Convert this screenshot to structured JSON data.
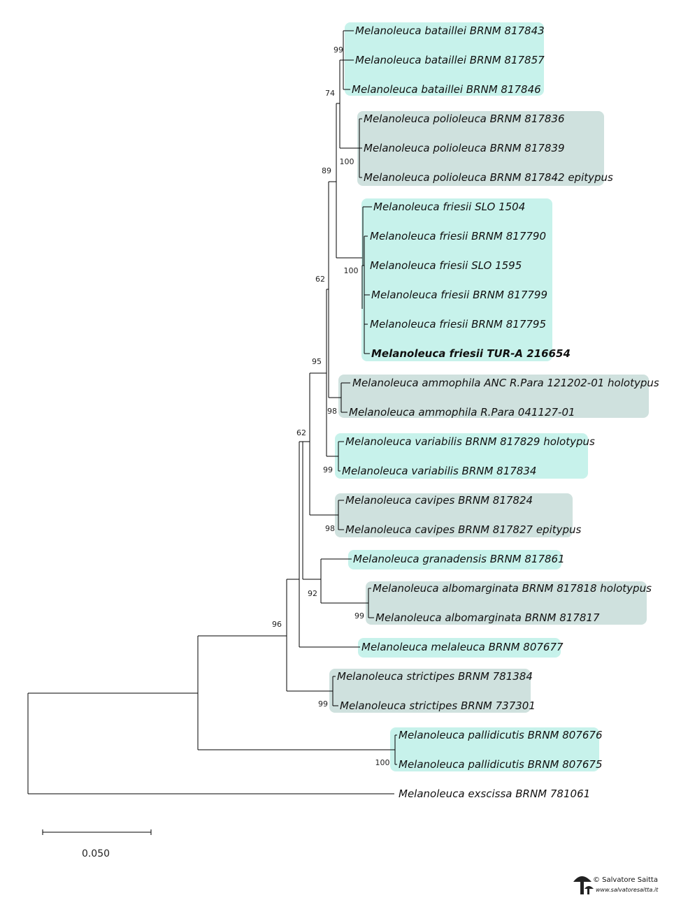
{
  "colors": {
    "clade_light": "#c7f2eb",
    "clade_dark": "#cfe1de",
    "branch": "#000000"
  },
  "clades": [
    {
      "tone": "light"
    },
    {
      "tone": "dark"
    },
    {
      "tone": "light"
    },
    {
      "tone": "dark"
    },
    {
      "tone": "light"
    },
    {
      "tone": "dark"
    },
    {
      "tone": "light"
    },
    {
      "tone": "dark"
    },
    {
      "tone": "light"
    },
    {
      "tone": "dark"
    },
    {
      "tone": "light"
    }
  ],
  "taxa": [
    {
      "label": "Melanoleuca bataillei BRNM 817843"
    },
    {
      "label": "Melanoleuca bataillei BRNM 817857"
    },
    {
      "label": "Melanoleuca bataillei BRNM 817846"
    },
    {
      "label": "Melanoleuca polioleuca BRNM 817836"
    },
    {
      "label": "Melanoleuca polioleuca BRNM 817839"
    },
    {
      "label": "Melanoleuca polioleuca BRNM 817842 epitypus"
    },
    {
      "label": "Melanoleuca friesii SLO 1504"
    },
    {
      "label": "Melanoleuca friesii BRNM 817790"
    },
    {
      "label": "Melanoleuca friesii SLO 1595"
    },
    {
      "label": "Melanoleuca friesii BRNM 817799"
    },
    {
      "label": "Melanoleuca friesii BRNM 817795"
    },
    {
      "label": "Melanoleuca friesii TUR-A 216654",
      "bold": true
    },
    {
      "label": "Melanoleuca ammophila ANC R.Para 121202-01 holotypus"
    },
    {
      "label": "Melanoleuca ammophila R.Para 041127-01"
    },
    {
      "label": "Melanoleuca variabilis BRNM 817829 holotypus"
    },
    {
      "label": "Melanoleuca variabilis BRNM 817834"
    },
    {
      "label": "Melanoleuca cavipes BRNM 817824"
    },
    {
      "label": "Melanoleuca cavipes BRNM 817827 epitypus"
    },
    {
      "label": "Melanoleuca granadensis BRNM 817861"
    },
    {
      "label": "Melanoleuca albomarginata BRNM 817818 holotypus"
    },
    {
      "label": "Melanoleuca albomarginata BRNM 817817"
    },
    {
      "label": "Melanoleuca melaleuca BRNM 807677"
    },
    {
      "label": "Melanoleuca strictipes BRNM 781384"
    },
    {
      "label": "Melanoleuca strictipes BRNM 737301"
    },
    {
      "label": "Melanoleuca pallidicutis BRNM 807676"
    },
    {
      "label": "Melanoleuca pallidicutis BRNM 807675"
    },
    {
      "label": "Melanoleuca exscissa BRNM 781061"
    }
  ],
  "bootstrap": [
    "99",
    "74",
    "100",
    "89",
    "100",
    "62",
    "95",
    "98",
    "62",
    "99",
    "98",
    "92",
    "99",
    "96",
    "99",
    "100"
  ],
  "scale_bar": {
    "label": "0.050"
  },
  "watermark": {
    "name": "© Salvatore Saitta",
    "url": "www.salvatoresaitta.it"
  }
}
